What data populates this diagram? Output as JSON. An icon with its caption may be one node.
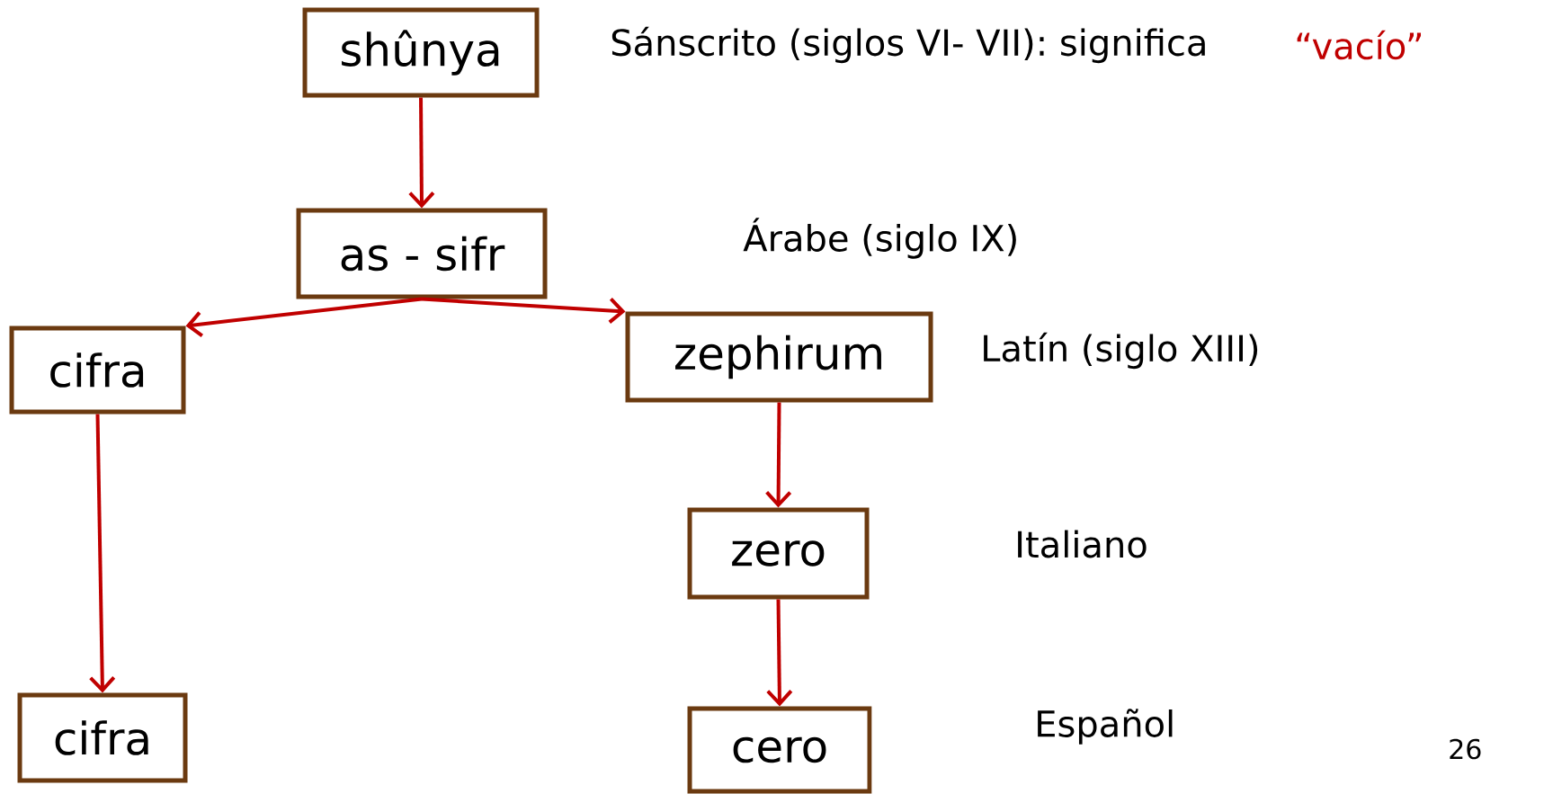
{
  "diagram": {
    "nodes": [
      {
        "text": [
          "shûnya"
        ]
      },
      {
        "text": [
          "as - sifr"
        ]
      },
      {
        "text": [
          "cifra"
        ]
      },
      {
        "text": [
          "zephirum"
        ]
      },
      {
        "text": [
          "cifra"
        ]
      },
      {
        "text": [
          "zero"
        ]
      },
      {
        "text": [
          "cero"
        ]
      }
    ],
    "edges": [
      {
        "from": 0,
        "to": 1,
        "arrow": "to"
      },
      {
        "from": 1,
        "to": 2,
        "arrow": "to"
      },
      {
        "from": 1,
        "to": 3,
        "arrow": "to"
      },
      {
        "from": 2,
        "to": 4,
        "arrow": "to"
      },
      {
        "from": 3,
        "to": 5,
        "arrow": "to"
      },
      {
        "from": 5,
        "to": 6,
        "arrow": "to"
      }
    ],
    "labels": [
      "Sánscrito (siglos VI- VII): significa",
      "“vacío”",
      "Árabe (siglo IX)",
      "Latín (siglo XIII)",
      "Italiano",
      "Español",
      "26"
    ]
  }
}
